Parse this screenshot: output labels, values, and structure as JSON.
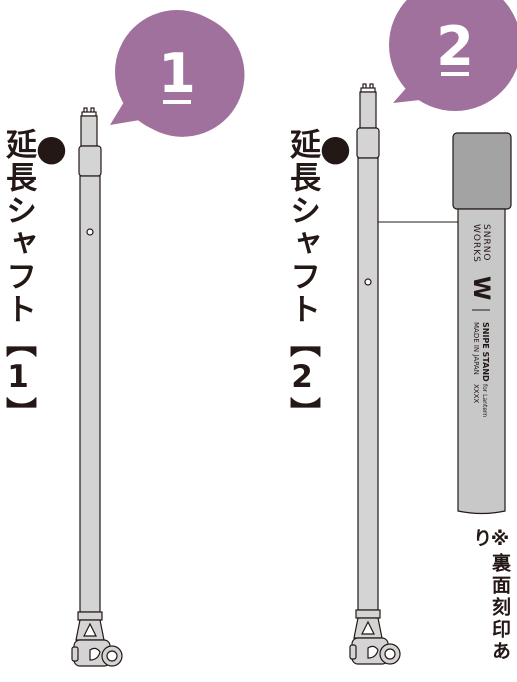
{
  "shafts": [
    {
      "number": "1",
      "bullet": "●",
      "label": "延長シャフト【1】"
    },
    {
      "number": "2",
      "bullet": "●",
      "label": "延長シャフト【2】"
    }
  ],
  "tag": {
    "brand_line1": "SNRNO",
    "brand_line2": "WORKS",
    "logo": "W",
    "product": "SNIPE STAND",
    "product_suffix": "for Lantern",
    "origin": "MADE IN JAPAN",
    "code": "XXXX"
  },
  "note": "※裏面刻印あり",
  "colors": {
    "badge": "#a0719d",
    "shaft": "#d4d4d4",
    "stroke": "#231815",
    "tag": "#c8c8c8",
    "tag_cap": "#a3a3a3"
  }
}
